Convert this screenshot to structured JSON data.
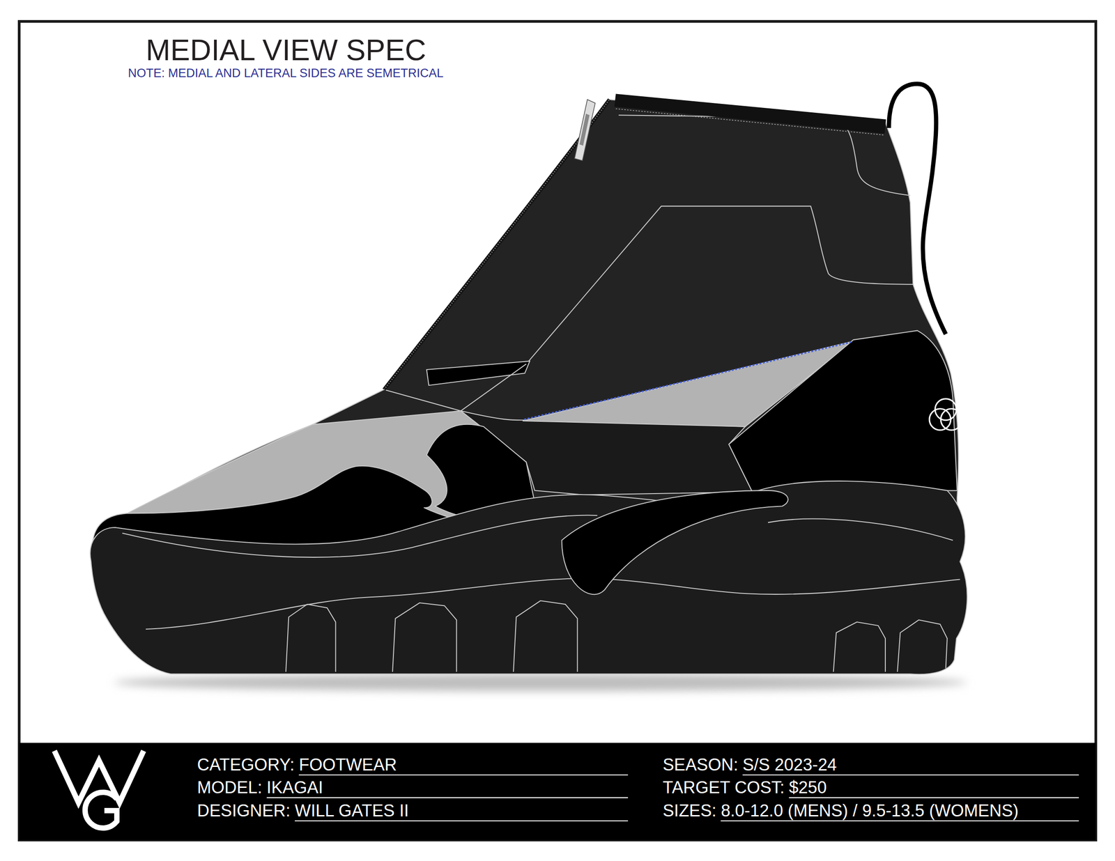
{
  "diagram": {
    "title": "MEDIAL VIEW SPEC",
    "nodes": [
      {
        "text": [
          "CATEGORY:",
          "FOOTWEAR",
          "SEASON:",
          "S/S 2023-24",
          "MODEL:",
          "IKAGAI",
          "TARGET COST:",
          "$250",
          "DESIGNER:",
          "WILL GATES II",
          "SIZES:",
          "8.0-12.0 (MENS) / 9.5-13.5 (WOMENS)"
        ]
      }
    ],
    "labels": [
      "NOTE: MEDIAL AND LATERAL SIDES ARE SEMETRICAL"
    ]
  }
}
